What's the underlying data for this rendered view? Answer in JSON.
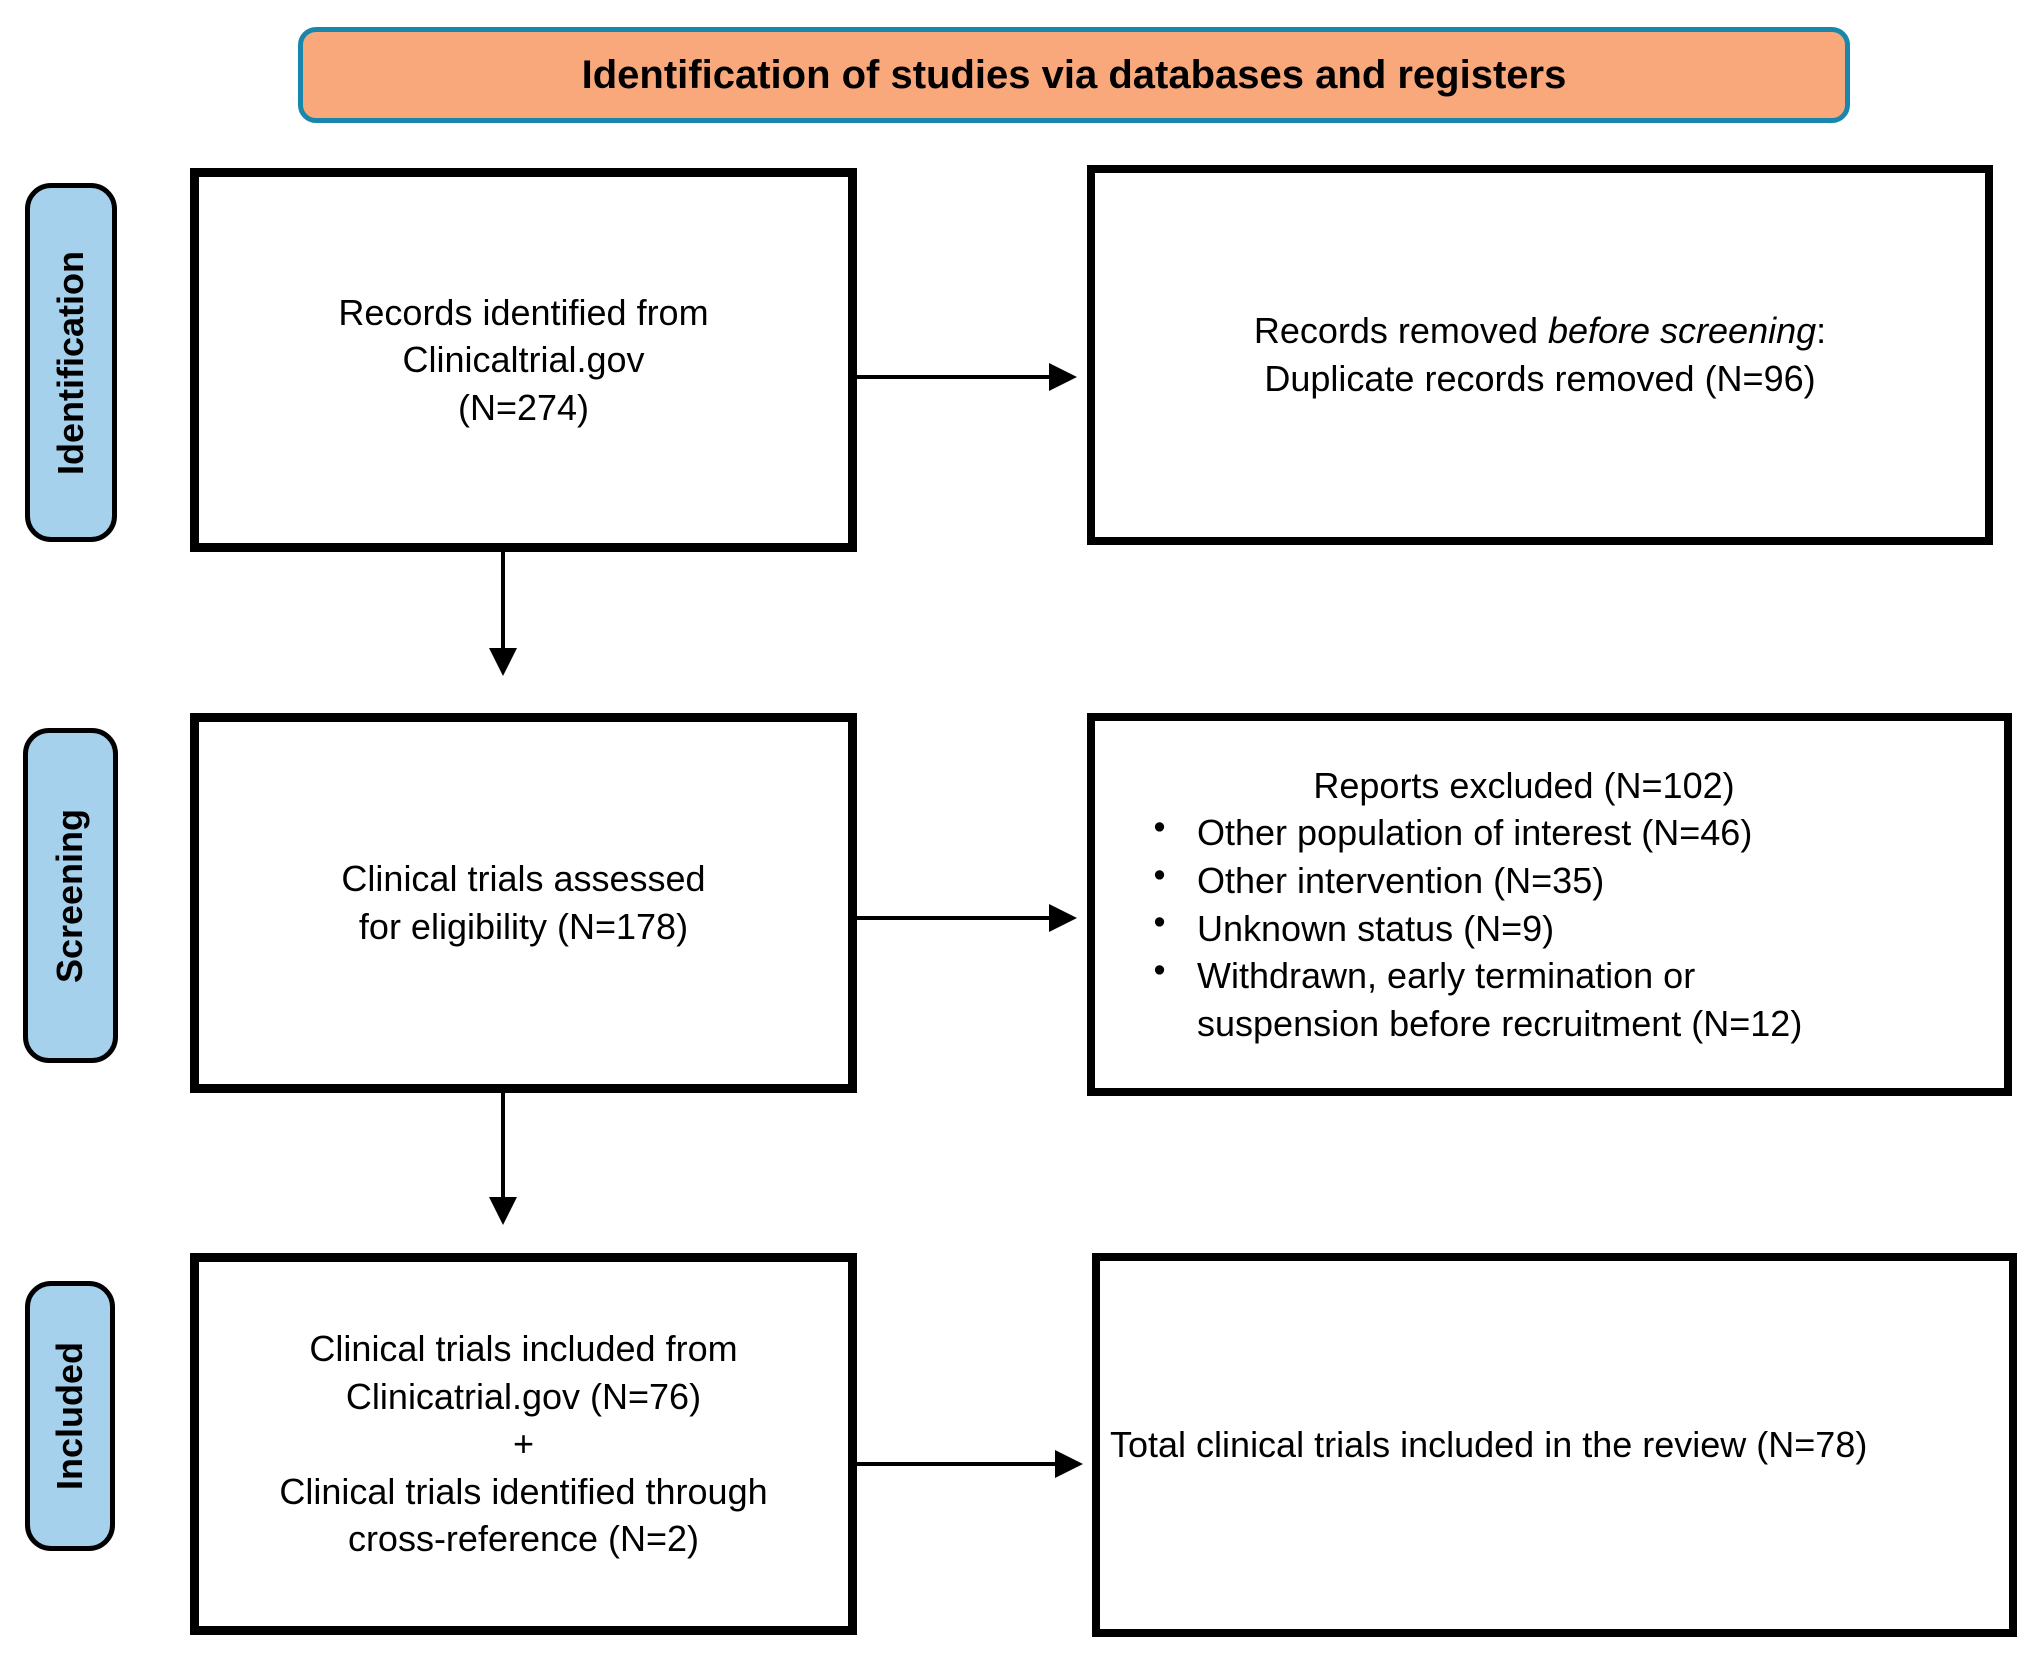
{
  "banner": {
    "title": "Identification of studies via databases and registers"
  },
  "stages": [
    {
      "label": "Identification"
    },
    {
      "label": "Screening"
    },
    {
      "label": "Included"
    }
  ],
  "boxes": {
    "records_identified": {
      "lines": [
        "Records identified from",
        "Clinicaltrial.gov",
        "(N=274)"
      ]
    },
    "records_removed": {
      "prefix": "Records removed ",
      "italic": "before screening",
      "suffix": ":",
      "line2": "Duplicate records removed (N=96)"
    },
    "assessed": {
      "lines": [
        "Clinical trials assessed",
        "for eligibility (N=178)"
      ]
    },
    "excluded": {
      "header": "Reports excluded (N=102)",
      "bullets": [
        "Other population of interest (N=46)",
        "Other intervention (N=35)",
        "Unknown status (N=9)",
        "Withdrawn, early termination or suspension before recruitment (N=12)"
      ]
    },
    "included_trials": {
      "lines": [
        "Clinical trials included from",
        "Clinicatrial.gov (N=76)",
        "+",
        "Clinical trials identified through",
        "cross-reference (N=2)"
      ]
    },
    "total": {
      "text": "Total clinical trials included in the review (N=78)"
    }
  },
  "colors": {
    "banner_bg": "#F9A87C",
    "banner_border": "#1987AC",
    "stage_bg": "#A5D1ED",
    "stage_border": "#000000",
    "box_border": "#000000",
    "arrow": "#000000",
    "page_bg": "#FFFFFF"
  }
}
